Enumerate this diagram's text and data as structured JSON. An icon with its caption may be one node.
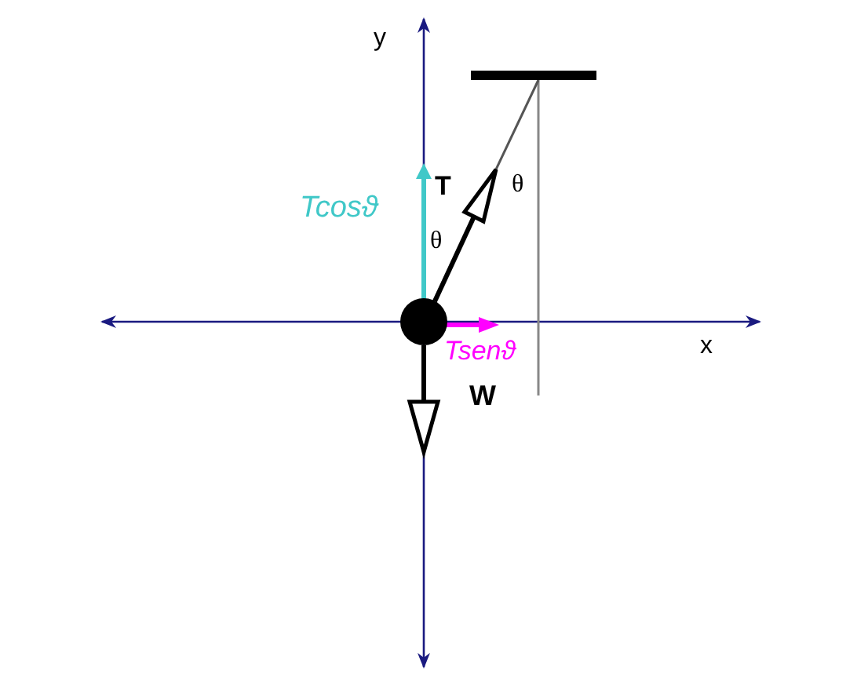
{
  "diagram": {
    "nodes": [
      {
        "text": [],
        "shape": "bar"
      },
      {
        "text": [],
        "shape": "circle"
      }
    ],
    "edges": [
      {
        "from": 0,
        "to": 1,
        "arrow": "none"
      }
    ],
    "labels": [
      "y",
      "T",
      "θ",
      "Tcosϑ",
      "θ",
      "x",
      "Tsenϑ",
      "W"
    ]
  }
}
